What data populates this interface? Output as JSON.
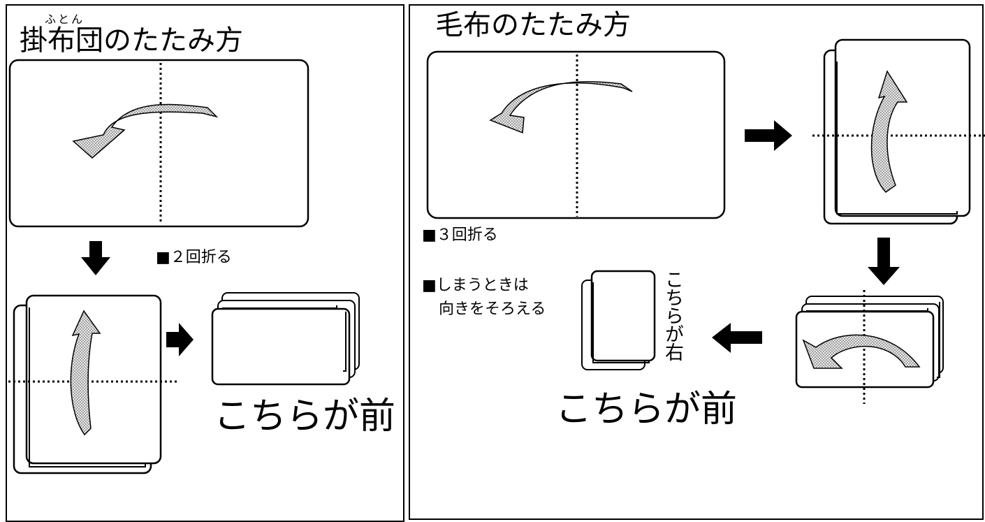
{
  "futon": {
    "title": "掛布団のたたみ方",
    "ruby": "ふとん",
    "fold_note": "■２回折る",
    "front_label": "こちらが前"
  },
  "blanket": {
    "title": "毛布のたたみ方",
    "fold_note": "■３回折る",
    "storage_note_line1": "■しまうときは",
    "storage_note_line2": "向きをそろえる",
    "right_side_label": "こちらが右",
    "front_label": "こちらが前"
  },
  "colors": {
    "line": "#000000",
    "arrow_fill": "#bdbdbd",
    "background": "#ffffff"
  }
}
